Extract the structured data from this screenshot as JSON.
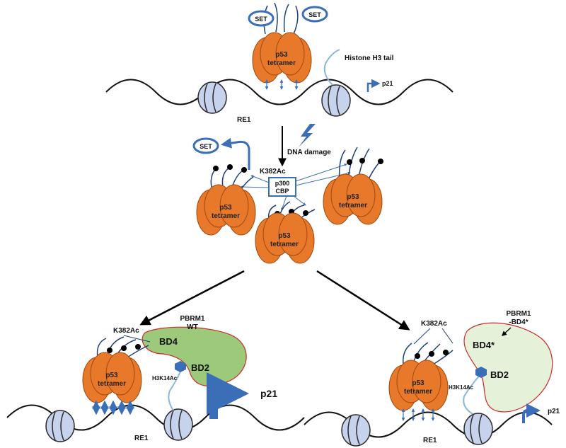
{
  "top": {
    "set_left": "SET",
    "set_right": "SET",
    "p53_line1": "p53",
    "p53_line2": "tetramer",
    "histone_label": "Histone H3 tail",
    "p21": "p21",
    "re1": "RE1"
  },
  "middle": {
    "dna_damage": "DNA damage",
    "set_label": "SET",
    "k382ac": "K382Ac",
    "p300_line1": "p300",
    "p300_line2": "CBP",
    "p53_line1": "p53",
    "p53_line2": "tetramer"
  },
  "bottom_left": {
    "k382ac": "K382Ac",
    "pbrm1_line1": "PBRM1",
    "pbrm1_line2": "WT",
    "bd4": "BD4",
    "bd2": "BD2",
    "h3k14ac": "H3K14Ac",
    "p53_line1": "p53",
    "p53_line2": "tetramer",
    "p21": "p21",
    "re1": "RE1"
  },
  "bottom_right": {
    "k382ac": "K382Ac",
    "pbrm1_line1": "PBRM1",
    "pbrm1_line2": "-BD4*",
    "bd4": "BD4*",
    "bd2": "BD2",
    "h3k14ac": "H3K14Ac",
    "p53_line1": "p53",
    "p53_line2": "tetramer",
    "p21": "p21",
    "re1": "RE1"
  },
  "colors": {
    "p53_fill": "#e8792b",
    "p53_stroke": "#a04a10",
    "nucleosome_fill": "#c7d2ec",
    "nucleosome_stroke": "#2a2a2a",
    "pbrm1_wt_fill": "#9cc97a",
    "pbrm1_mut_fill": "#e6f1da",
    "pbrm1_stroke": "#cc2a2a",
    "arrow_blue": "#3a6fb7",
    "tail_blue": "#1f3f7a",
    "histone_tail": "#8ab6d8"
  }
}
